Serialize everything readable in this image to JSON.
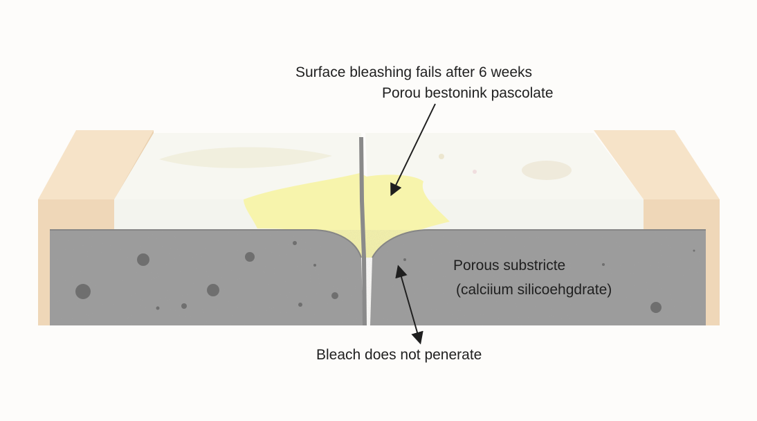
{
  "labels": {
    "top_title": "Surface bleashing fails after 6 weeks",
    "top_subtitle": "Porou bestonink pascolate",
    "substrate_line1": "Porous substricte",
    "substrate_line2": "(calciium silicoehgdrate)",
    "bottom": "Bleach does not penerate"
  },
  "colors": {
    "background": "#fdfcfa",
    "wood_front": "#efd7b8",
    "wood_top": "#f6e3c8",
    "surface_front": "#f3f4ee",
    "surface_top": "#f7f7f1",
    "stain_yellow": "#f7f3a8",
    "substrate": "#9c9c9c",
    "pore": "#6f6f6f",
    "seam": "#8a8a8a",
    "arrow": "#1f1f1f"
  }
}
